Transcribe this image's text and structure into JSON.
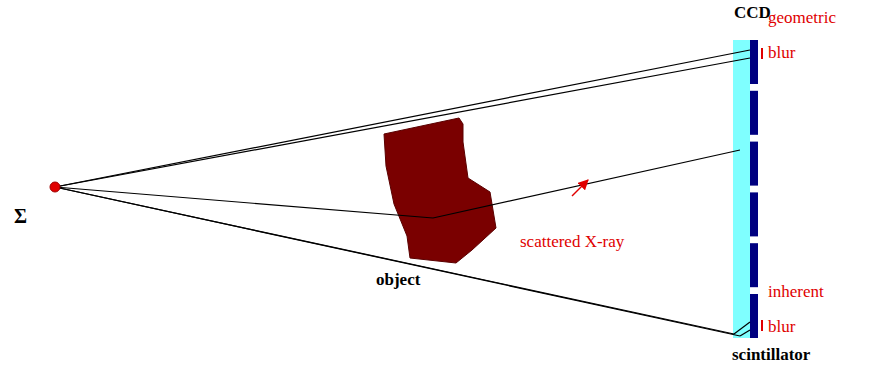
{
  "diagram": {
    "labels": [
      "CCD",
      "geometric blur",
      "scattered X-ray",
      "Σ",
      "object",
      "inherent blur",
      "scintillator"
    ]
  }
}
